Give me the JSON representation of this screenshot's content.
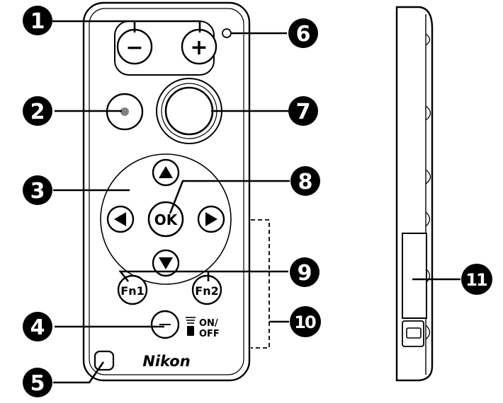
{
  "callouts": [
    "1",
    "2",
    "3",
    "4",
    "5",
    "6",
    "7",
    "8",
    "9",
    "10",
    "11"
  ],
  "remote": {
    "minus_label": "−",
    "plus_label": "+",
    "ok_label": "OK",
    "fn1_label": "Fn1",
    "fn2_label": "Fn2",
    "switch_label_line1": "ON/",
    "switch_label_line2": "OFF",
    "brand": "Nikon"
  },
  "arrows": {
    "up": "▲",
    "down": "▼",
    "left": "◀",
    "right": "▶"
  }
}
